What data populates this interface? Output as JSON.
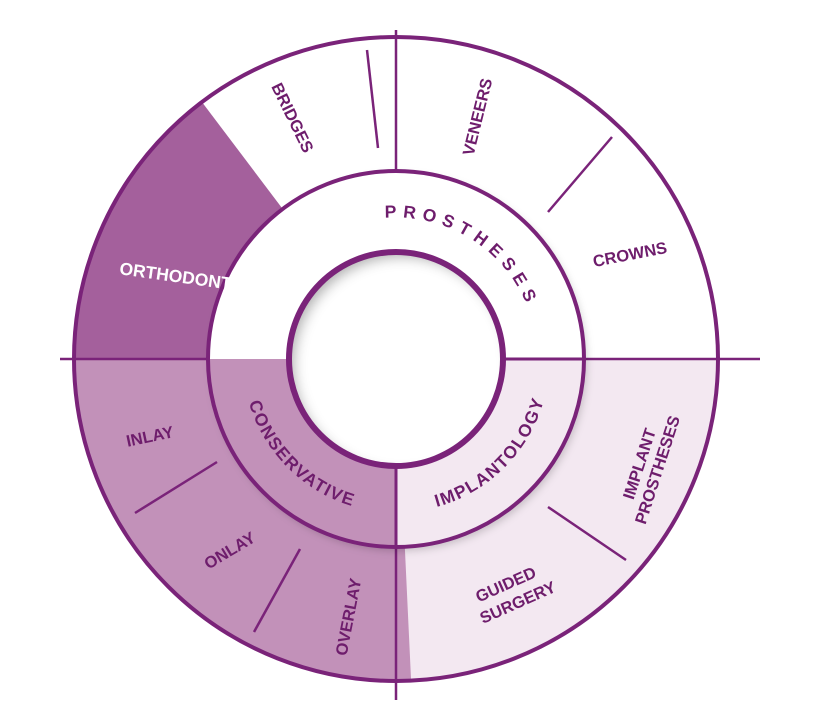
{
  "colors": {
    "ring_outline": "#7a2379",
    "text_dark": "#6e1d6c",
    "text_light": "#ffffff",
    "orthodontics_fill": "#a4609c",
    "conservative_fill": "#c291b9",
    "implantology_fill": "#f3e8f1",
    "prostheses_fill": "#ffffff",
    "center_fill": "#ffffff"
  },
  "categories": {
    "prostheses": {
      "label": "PROSTHESES",
      "items": {
        "bridges": "BRIDGES",
        "veneers": "VENEERS",
        "crowns": "CROWNS"
      }
    },
    "implantology": {
      "label": "IMPLANTOLOGY",
      "items": {
        "implant_prostheses_1": "IMPLANT",
        "implant_prostheses_2": "PROSTHESES",
        "guided_surgery_1": "GUIDED",
        "guided_surgery_2": "SURGERY"
      }
    },
    "conservative": {
      "label": "CONSERVATIVE",
      "items": {
        "inlay": "INLAY",
        "onlay": "ONLAY",
        "overlay": "OVERLAY"
      }
    },
    "orthodontics": {
      "label": "ORTHODONTICS"
    }
  }
}
